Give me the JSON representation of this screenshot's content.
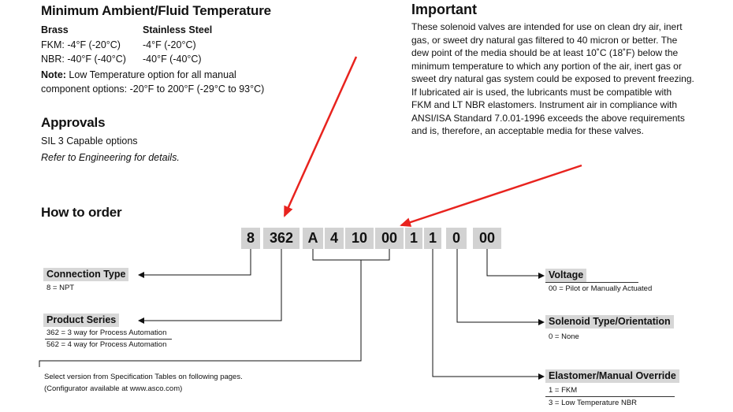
{
  "temperature": {
    "title": "Minimum Ambient/Fluid Temperature",
    "col_brass": "Brass",
    "col_steel": "Stainless Steel",
    "rows": [
      {
        "label": "FKM: -4°F (-20°C)",
        "steel": "-4°F (-20°C)"
      },
      {
        "label": "NBR: -40°F (-40°C)",
        "steel": "-40°F (-40°C)"
      }
    ],
    "note_bold": "Note:",
    "note_line1": " Low Temperature option for all manual",
    "note_line2": "component options: -20°F to 200°F (-29°C to 93°C)"
  },
  "approvals": {
    "title": "Approvals",
    "line1": "SIL 3 Capable options",
    "line2": "Refer to Engineering for details."
  },
  "important": {
    "title": "Important",
    "lines": [
      "These solenoid valves are intended for use on clean dry air, inert",
      "gas, or sweet dry natural gas filtered to 40 micron or better. The",
      "dew point of the media should be at least 10˚C (18˚F) below the",
      "minimum temperature to which any portion of the air, inert gas or",
      "sweet dry natural gas system could be exposed to prevent freezing.",
      "If lubricated air is used, the lubricants must be compatible with",
      "FKM and LT NBR elastomers. Instrument air in compliance with",
      "ANSI/ISA Standard 7.0.01-1996 exceeds the above requirements",
      "and is, therefore, an acceptable media for these valves."
    ]
  },
  "order": {
    "title": "How to order",
    "code_parts": [
      "8",
      "362",
      "A",
      "4",
      "10",
      "00",
      "1",
      "1",
      "0",
      "00"
    ],
    "connection": {
      "label": "Connection Type",
      "options": [
        "8 = NPT"
      ]
    },
    "series": {
      "label": "Product Series",
      "options": [
        "362 = 3 way for Process Automation",
        "562 = 4 way for Process Automation"
      ]
    },
    "select_note": [
      "Select version from Specification Tables on following pages.",
      "(Configurator available at www.asco.com)"
    ],
    "voltage": {
      "label": "Voltage",
      "options": [
        "00 = Pilot or Manually Actuated"
      ]
    },
    "solenoid": {
      "label": "Solenoid Type/Orientation",
      "options": [
        "0 = None"
      ]
    },
    "elastomer": {
      "label": "Elastomer/Manual Override",
      "options": [
        "1 = FKM",
        "3 = Low Temperature NBR"
      ]
    }
  },
  "colors": {
    "accent_arrow": "#e8231e",
    "label_bg": "#d7d7d7",
    "box_bg": "#d2d2d2"
  }
}
